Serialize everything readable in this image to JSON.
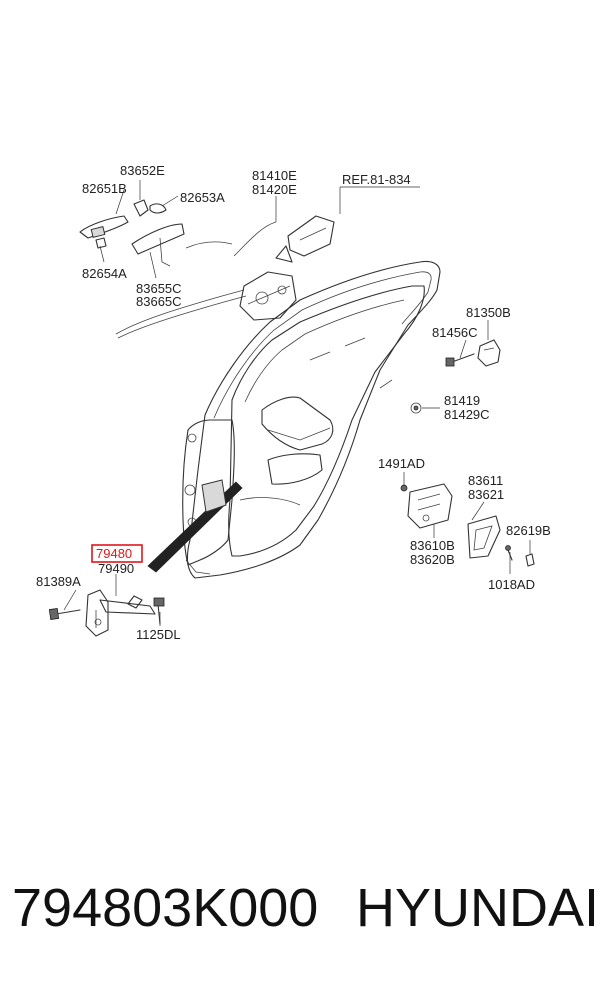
{
  "diagram": {
    "labels": {
      "p83652E": "83652E",
      "p82651B": "82651B",
      "p82653A": "82653A",
      "p82654A": "82654A",
      "p83655C": "83655C",
      "p83665C": "83665C",
      "p81410E": "81410E",
      "p81420E": "81420E",
      "ref": "REF.81-834",
      "p81350B": "81350B",
      "p81456C": "81456C",
      "p81419": "81419",
      "p81429C": "81429C",
      "p1491AD": "1491AD",
      "p83611": "83611",
      "p83621": "83621",
      "p82619B": "82619B",
      "p83610B": "83610B",
      "p83620B": "83620B",
      "p1018AD": "1018AD",
      "p79480": "79480",
      "p79490": "79490",
      "p81389A": "81389A",
      "p1125DL": "1125DL"
    },
    "highlight_color": "#e0161b"
  },
  "caption": {
    "part_number": "794803K000",
    "brand": "HYUNDAI"
  }
}
